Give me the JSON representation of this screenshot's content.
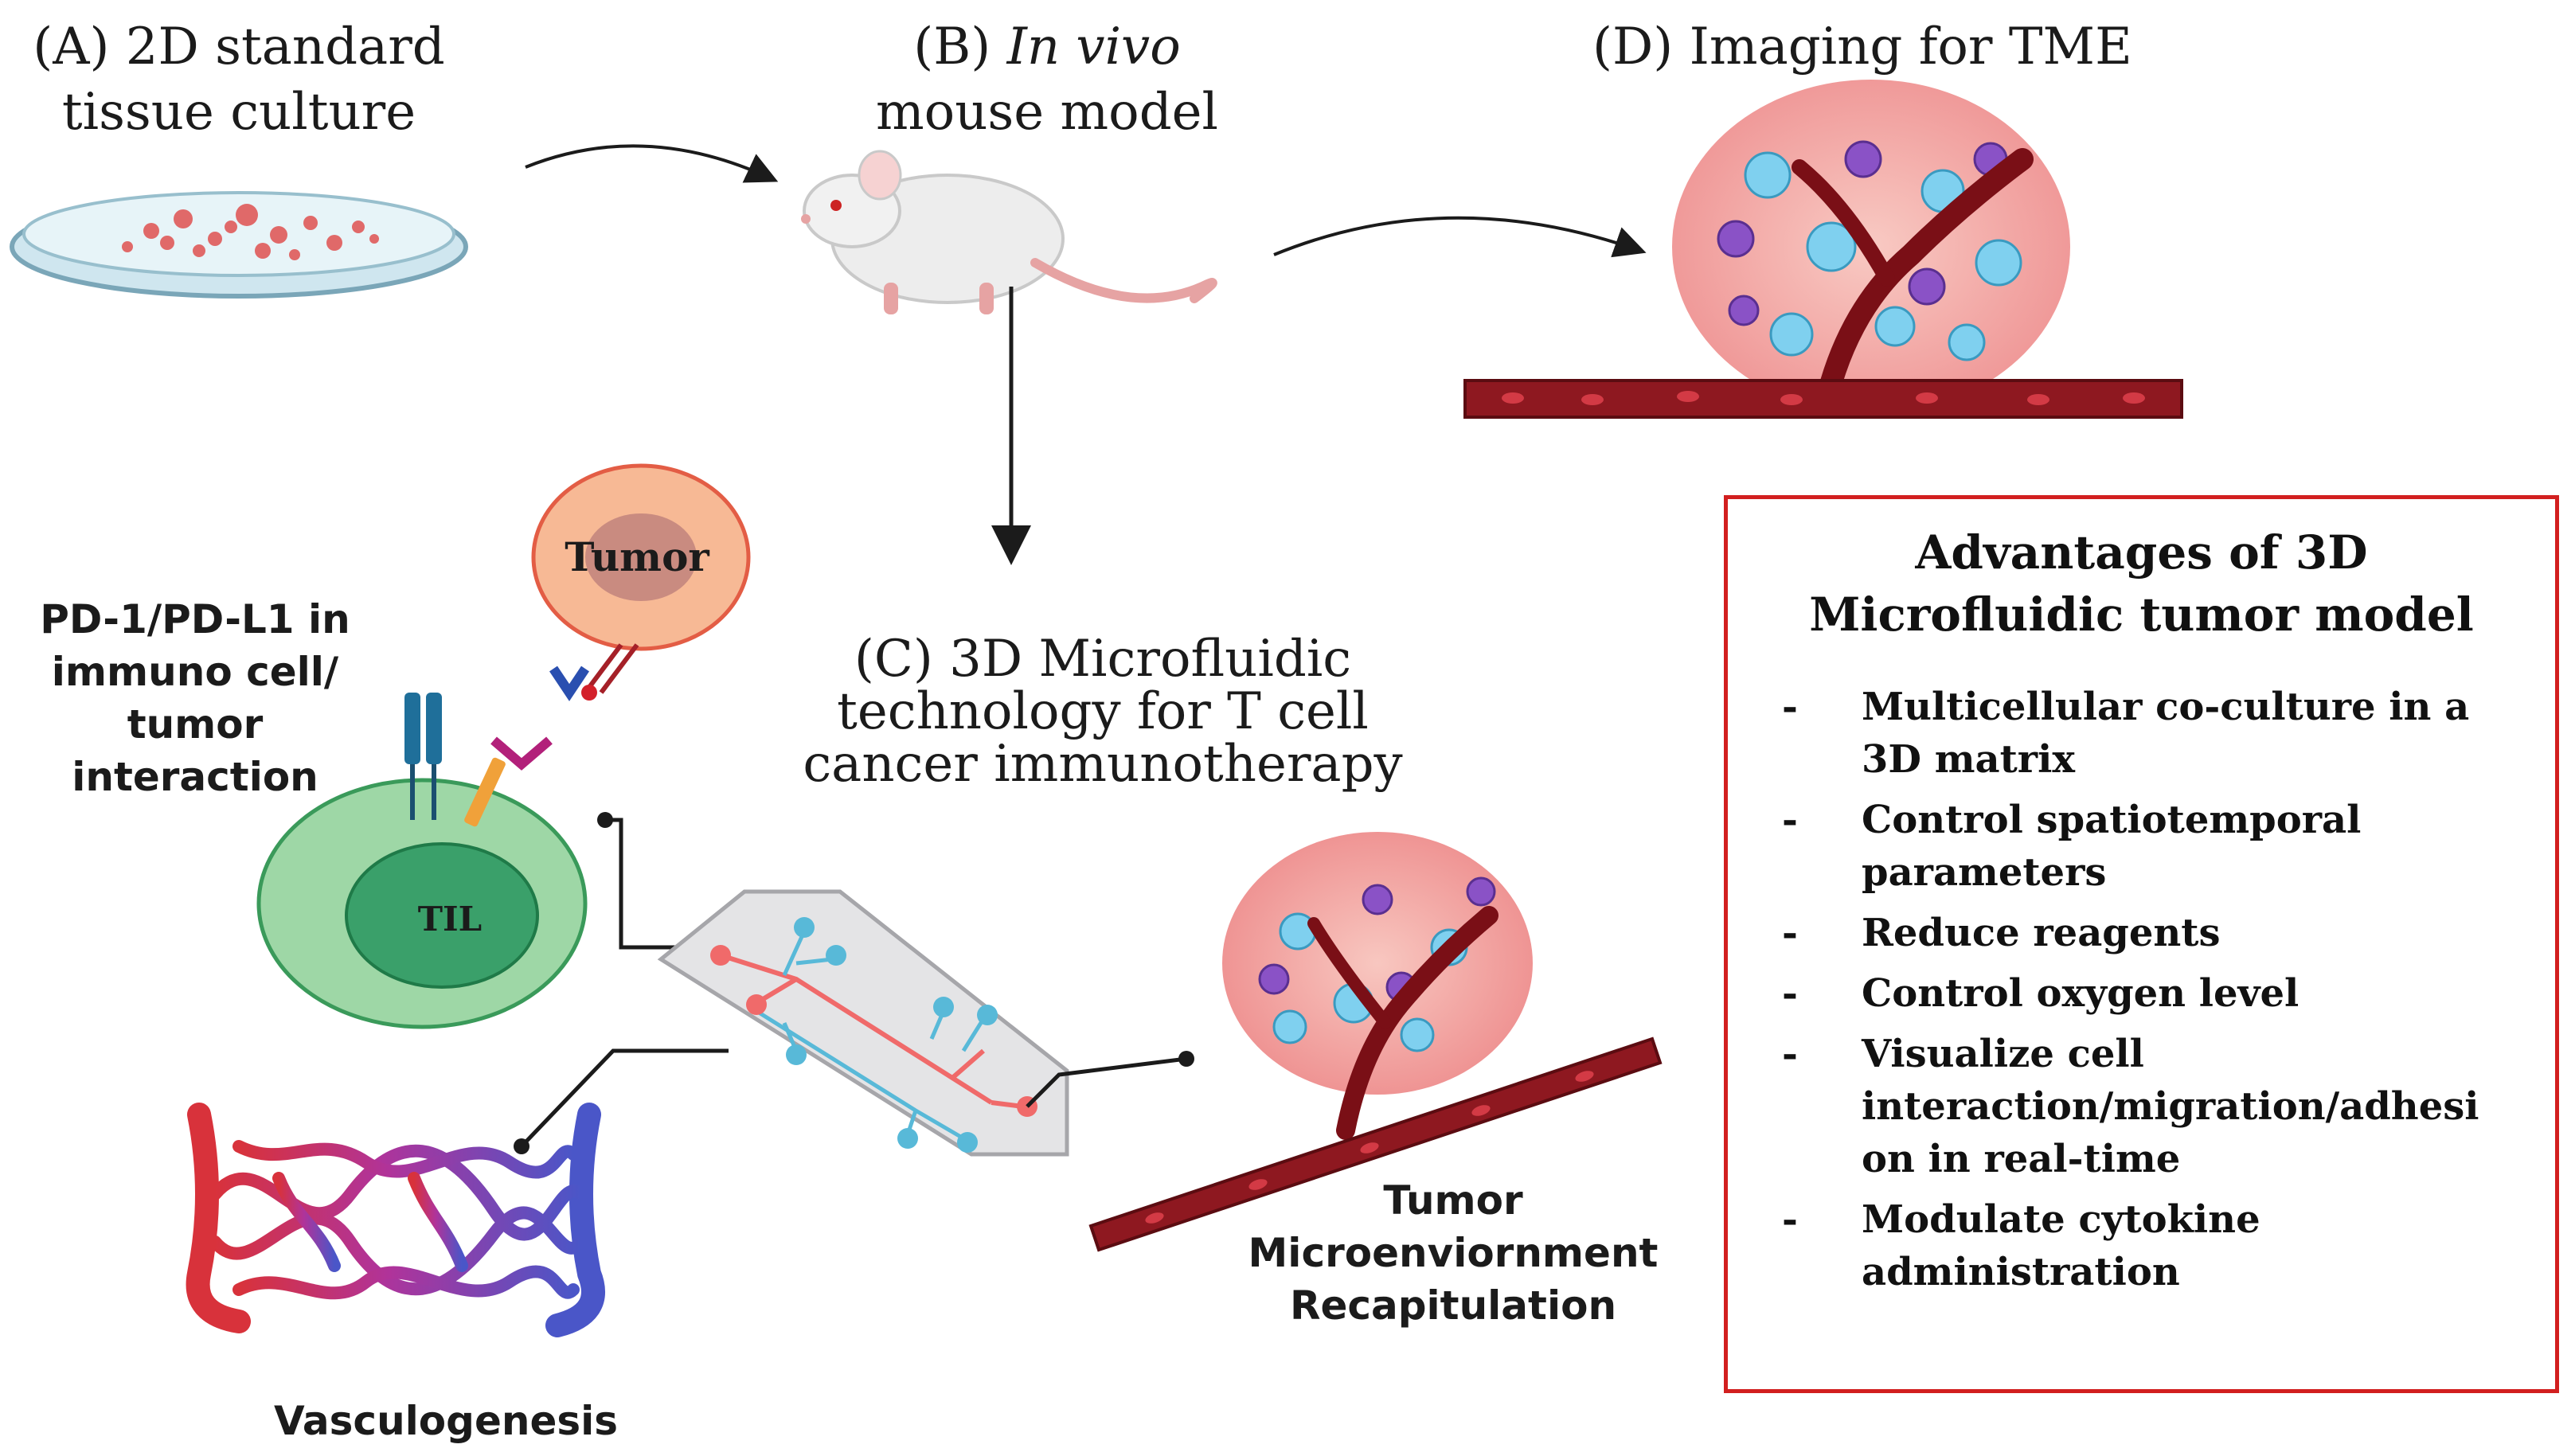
{
  "labels": {
    "a": [
      "(A) 2D standard",
      "tissue culture"
    ],
    "b_prefix": "(B) ",
    "b_italic": "In vivo",
    "b_line2": "mouse model",
    "c": [
      "(C) 3D Microfluidic",
      "technology for T cell",
      "cancer immunotherapy"
    ],
    "d": "(D) Imaging for TME",
    "pd1": [
      "PD-1/PD-L1 in",
      "immuno cell/",
      "tumor",
      "interaction"
    ],
    "tumor": "Tumor",
    "til": "TIL",
    "tme": [
      "Tumor",
      "Microenviornment",
      "Recapitulation"
    ],
    "vasculogenesis": "Vasculogenesis"
  },
  "advantages": {
    "title": [
      "Advantages of 3D",
      "Microfluidic tumor model"
    ],
    "bullet": "-",
    "items": [
      [
        "Multicellular co-culture in a",
        "3D matrix"
      ],
      [
        "Control spatiotemporal",
        "parameters"
      ],
      [
        "Reduce reagents"
      ],
      [
        "Control oxygen level"
      ],
      [
        "Visualize cell",
        "interaction/migration/adhesi",
        "on in real-time"
      ],
      [
        "Modulate cytokine",
        "administration"
      ]
    ]
  },
  "colors": {
    "box_border": "#d21f1f",
    "vessel_dark": "#7a0f16",
    "vessel_red": "#b3202a",
    "tumor_pink": "#f0a3a3",
    "til_green": "#8fd0a0",
    "til_nucleus": "#3aa06a",
    "chip_red": "#f06a6a",
    "chip_blue": "#58b9d8",
    "vessel_arterial": "#d8323b",
    "vessel_venous": "#4a56c8"
  },
  "icons": [
    "petri-dish-icon",
    "mouse-icon",
    "tumor-microenvironment-icon",
    "tumor-cell-icon",
    "t-cell-icon",
    "microfluidic-chip-icon",
    "capillary-network-icon",
    "arrow-icon"
  ]
}
